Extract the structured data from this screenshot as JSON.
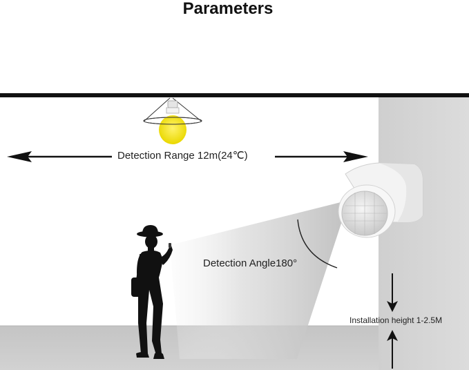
{
  "title": "Parameters",
  "labels": {
    "detection_range": "Detection Range 12m(24℃)",
    "detection_angle": "Detection Angle180°",
    "installation_height": "Installation height 1-2.5M"
  },
  "icons": [
    "ceiling-line",
    "light-bulb-icon",
    "motion-sensor-icon",
    "person-silhouette-icon",
    "arrow-left-icon",
    "arrow-right-icon",
    "arrow-down-icon",
    "arrow-up-icon"
  ],
  "colors": {
    "bulb_glow": "#f4e21a",
    "wall": "#d4d4d4",
    "floor": "#c9c9c9",
    "silhouette": "#111111"
  }
}
